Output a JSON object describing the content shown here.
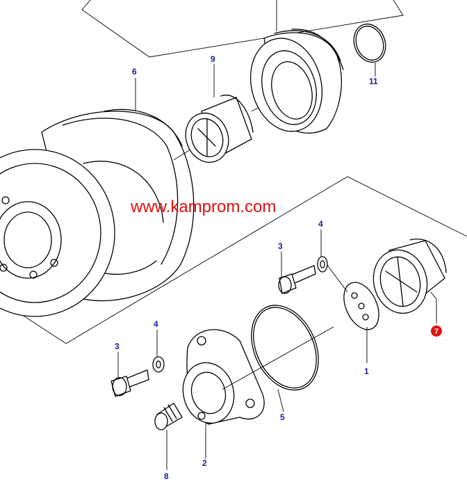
{
  "watermark": "www.kamprom.com",
  "callouts": {
    "c1": "1",
    "c2": "2",
    "c3a": "3",
    "c3b": "3",
    "c4a": "4",
    "c4b": "4",
    "c5": "5",
    "c6": "6",
    "c7": "7",
    "c8": "8",
    "c9": "9",
    "c11": "11"
  },
  "colors": {
    "callout": "#1a1aa0",
    "watermark": "#e01010",
    "highlight": "#e01010"
  }
}
